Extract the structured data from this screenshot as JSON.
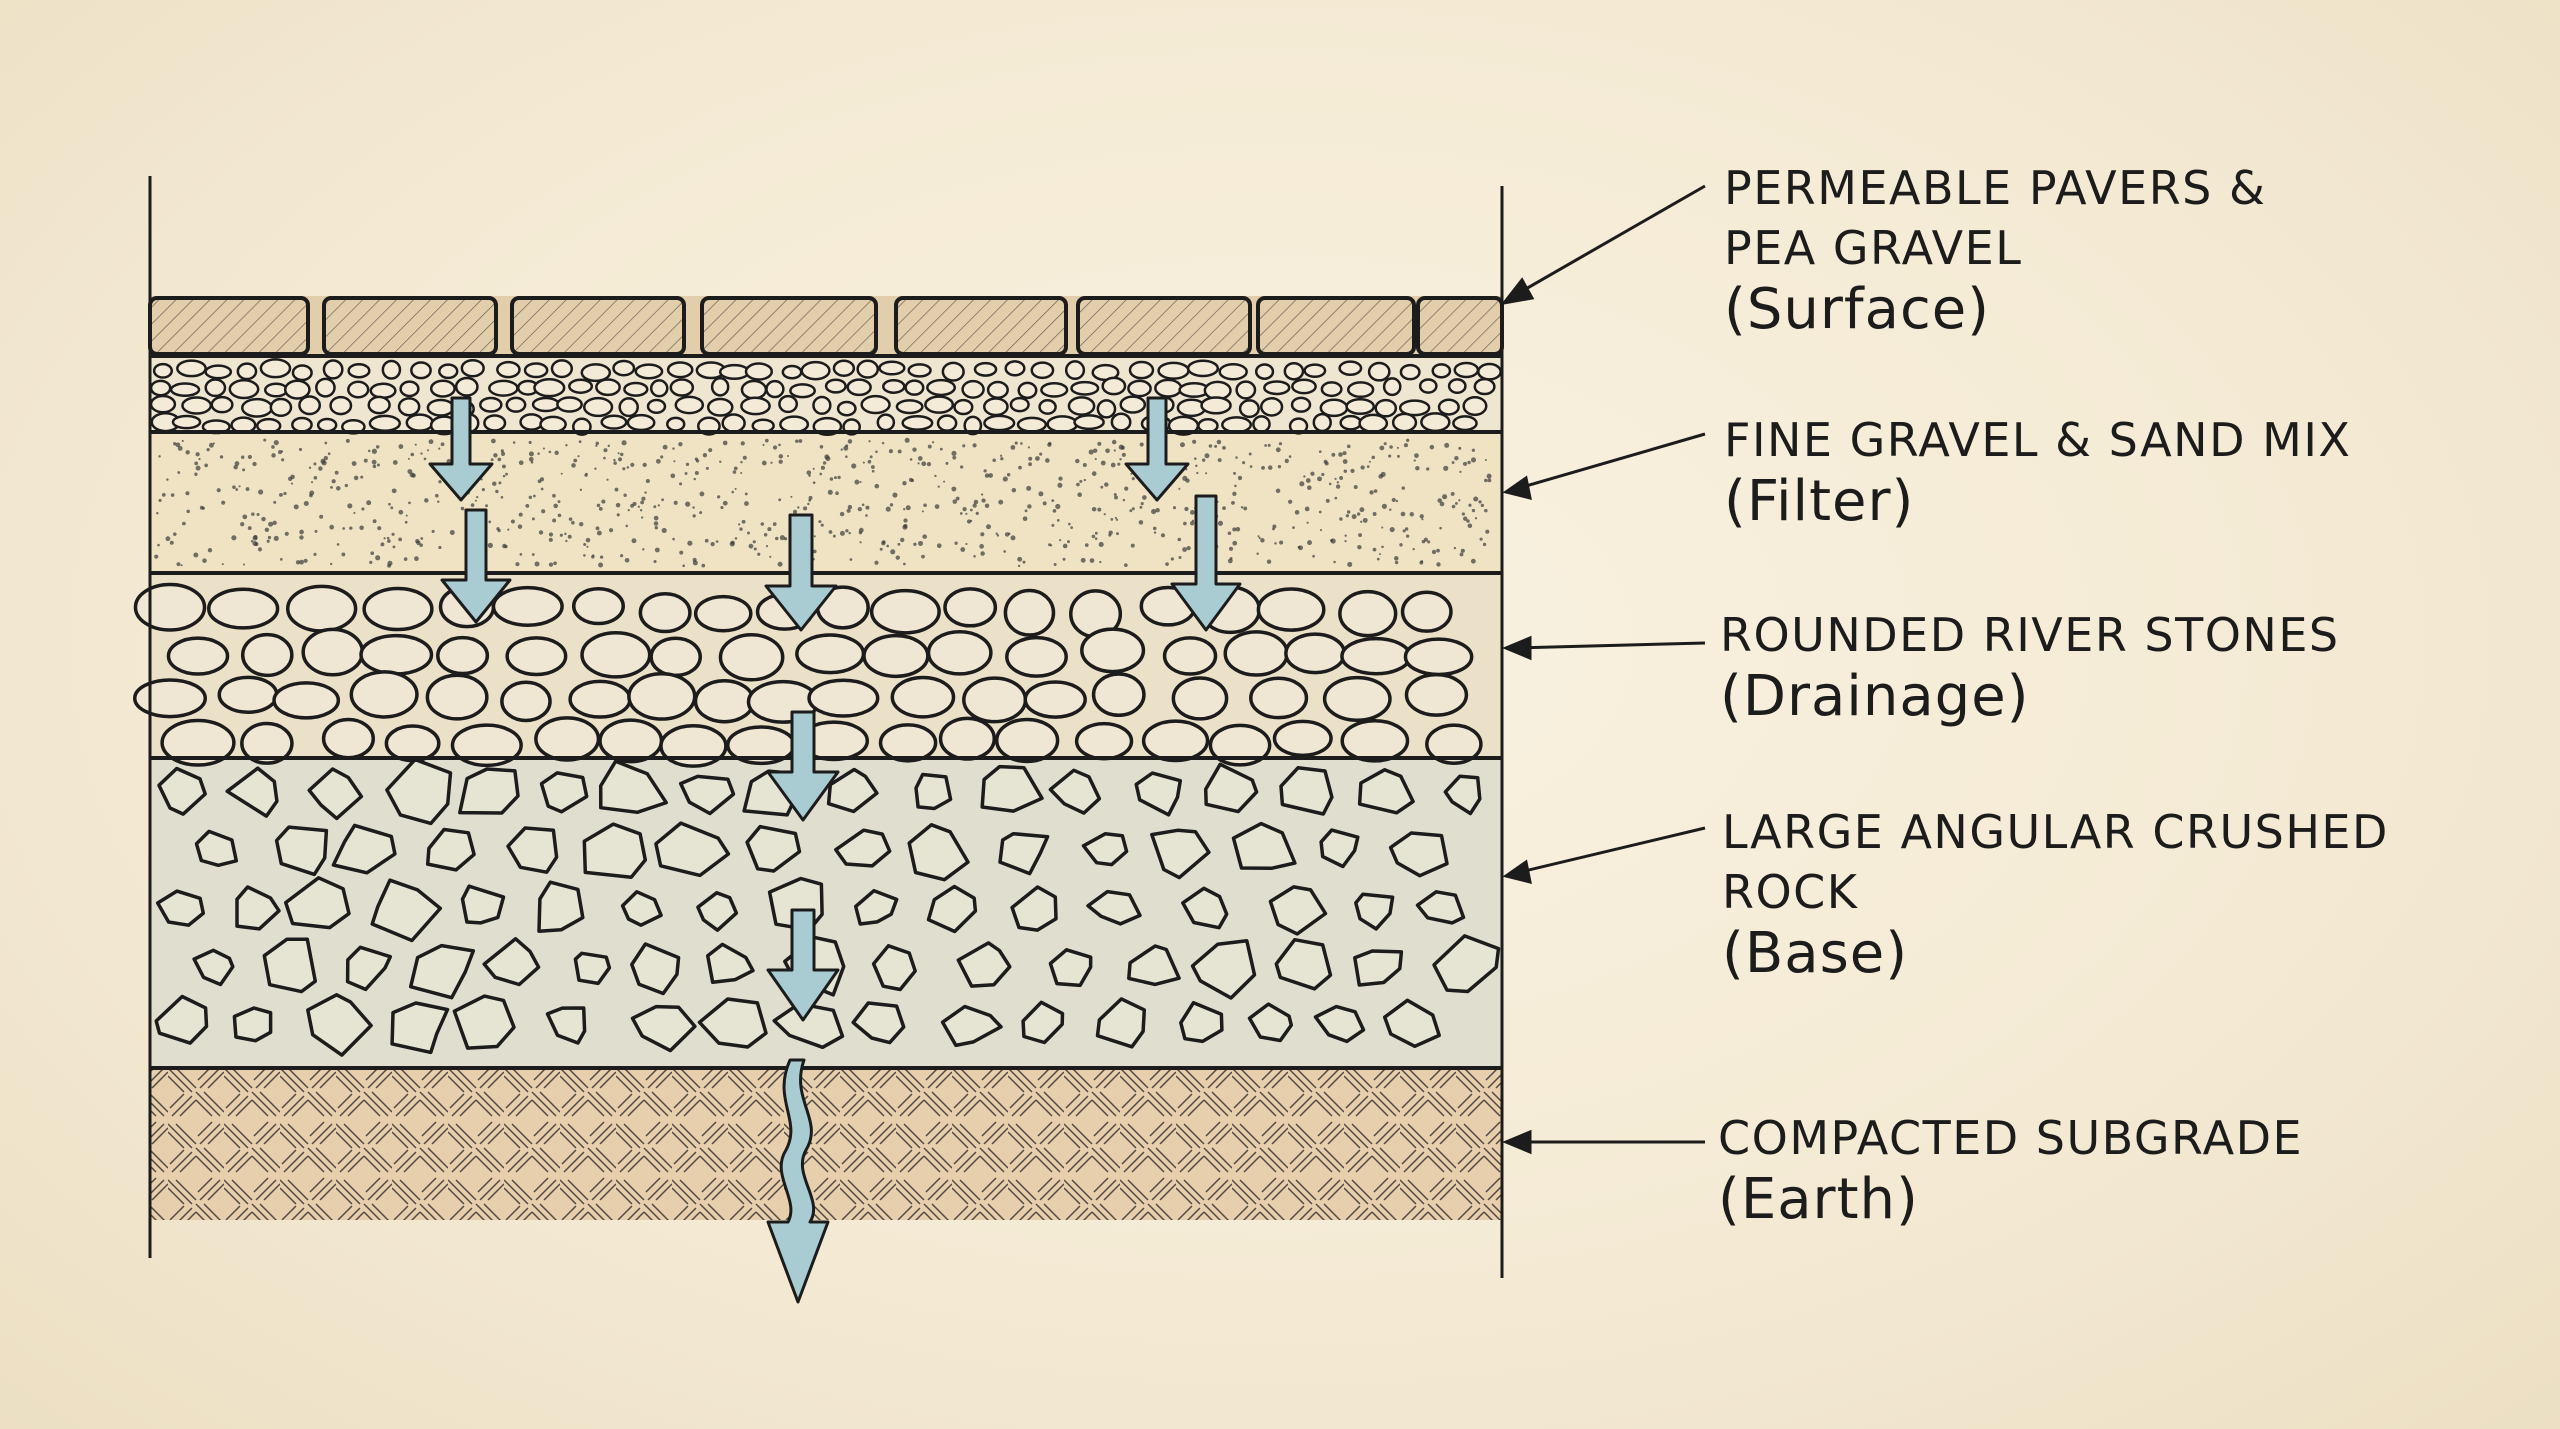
{
  "layers": [
    {
      "id": "surface",
      "name_lines": [
        "PERMEABLE PAVERS &",
        "PEA GRAVEL"
      ],
      "role": "(Surface)"
    },
    {
      "id": "filter",
      "name_lines": [
        "FINE GRAVEL & SAND MIX"
      ],
      "role": "(Filter)"
    },
    {
      "id": "drainage",
      "name_lines": [
        "ROUNDED RIVER STONES"
      ],
      "role": "(Drainage)"
    },
    {
      "id": "base",
      "name_lines": [
        "LARGE ANGULAR CRUSHED",
        "ROCK"
      ],
      "role": "(Base)"
    },
    {
      "id": "earth",
      "name_lines": [
        "COMPACTED SUBGRADE"
      ],
      "role": "(Earth)"
    }
  ],
  "colors": {
    "ink": "#1c1c1c",
    "paper": "#f6eedb",
    "paver": "#dcc3a0",
    "sand": "#efe3c4",
    "stone": "#e9dfc8",
    "rock": "#dcdccb",
    "subgrade": "#e7cfae",
    "water": "#a9ccd3"
  }
}
